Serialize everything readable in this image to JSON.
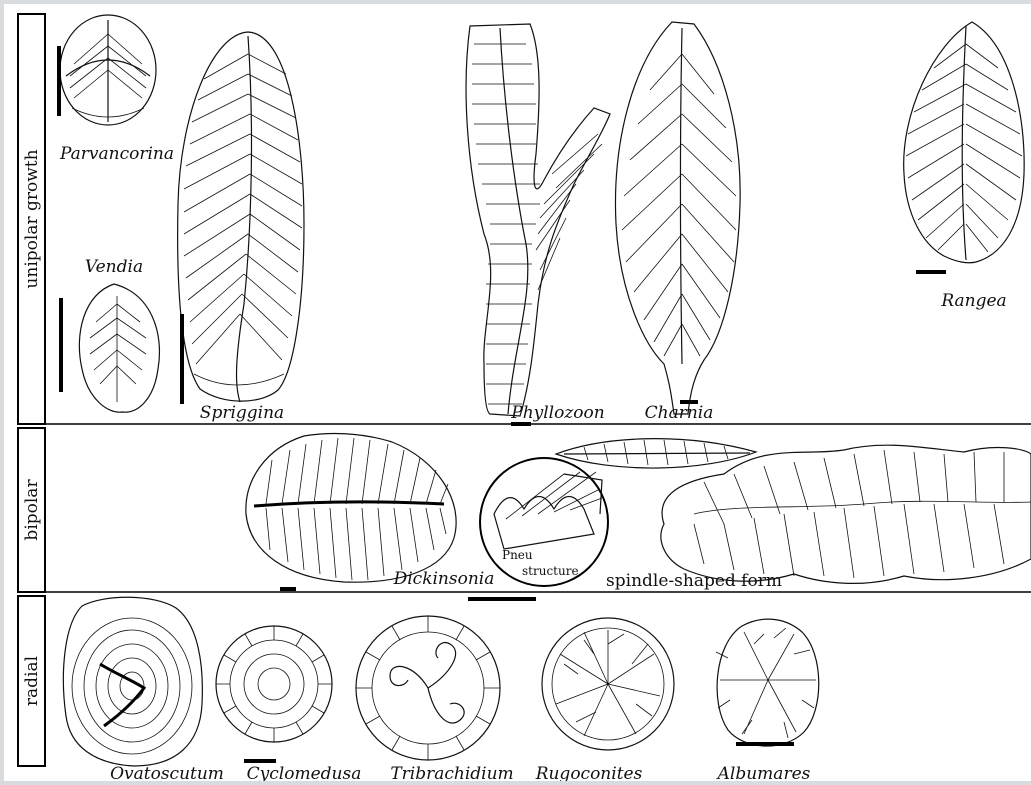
{
  "rows": [
    {
      "label": "unipolar growth"
    },
    {
      "label": "bipolar"
    },
    {
      "label": "radial"
    }
  ],
  "specimens": {
    "parvancorina": "Parvancorina",
    "vendia": "Vendia",
    "spriggina": "Spriggina",
    "phyllozoon": "Phyllozoon",
    "charnia": "Charnia",
    "rangea": "Rangea",
    "dickinsonia": "Dickinsonia",
    "pneu_line1": "Pneu",
    "pneu_line2": "structure",
    "spindle": "spindle-shaped form",
    "ovatoscutum": "Ovatoscutum",
    "cyclomedusa": "Cyclomedusa",
    "tribrachidium": "Tribrachidium",
    "rugoconites": "Rugoconites",
    "albumares": "Albumares"
  }
}
